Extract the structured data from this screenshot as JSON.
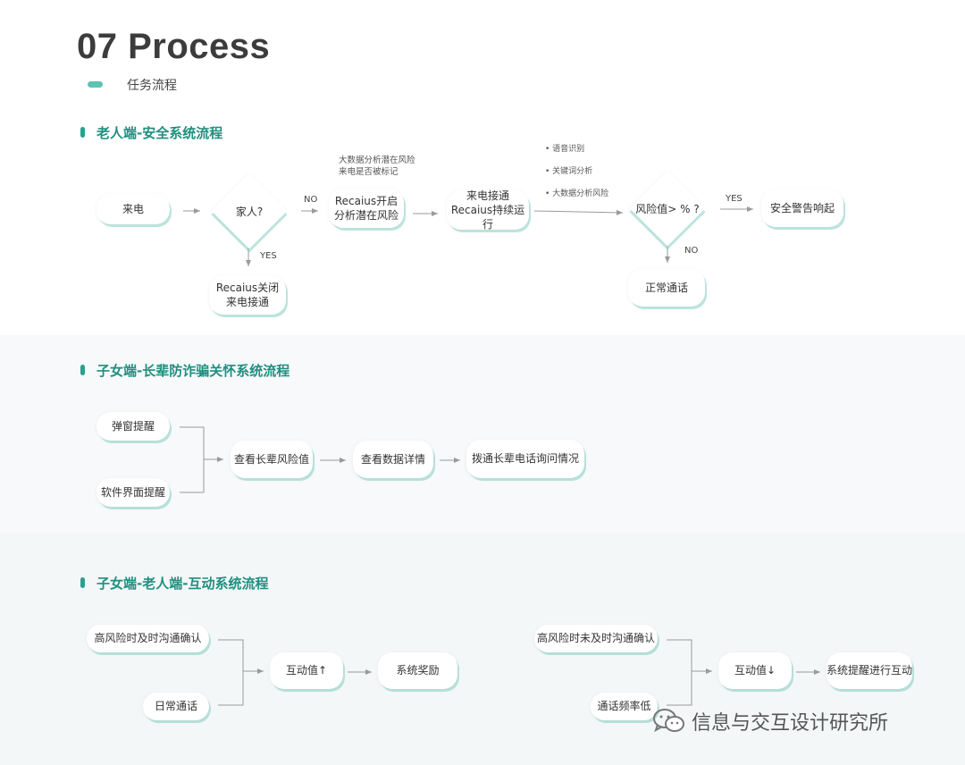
{
  "header": {
    "title": "07 Process",
    "subtitle": "任务流程"
  },
  "colors": {
    "accent": "#26a28f",
    "pill": "#5ec2b4",
    "arrow": "#9a9a9a"
  },
  "section1": {
    "title": "老人端-安全系统流程",
    "nodes": {
      "incoming_call": "来电",
      "is_family": "家人?",
      "recaius_open": "Recaius开启\n分析潜在风险",
      "call_connected": "来电接通\nRecaius持续运行",
      "risk_value": "风险值> % ?",
      "safety_alarm": "安全警告响起",
      "recaius_closed": "Recaius关闭\n来电接通",
      "normal_call": "正常通话"
    },
    "labels": {
      "no1": "NO",
      "yes1": "YES",
      "yes2": "YES",
      "no2": "NO"
    },
    "note": "大数据分析潜在风险\n来电是否被标记",
    "bullets": [
      "• 语音识别",
      "• 关键词分析",
      "• 大数据分析风险"
    ]
  },
  "section2": {
    "title": "子女端-长辈防诈骗关怀系统流程",
    "nodes": {
      "popup_alert": "弹窗提醒",
      "app_alert": "软件界面提醒",
      "check_risk": "查看长辈风险值",
      "check_data": "查看数据详情",
      "call_elder": "拨通长辈电话询问情况"
    }
  },
  "section3": {
    "title": "子女端-老人端-互动系统流程",
    "left": {
      "high_risk_timely": "高风险时及时沟通确认",
      "daily_calls": "日常通话",
      "value_up": "互动值↑",
      "reward": "系统奖励"
    },
    "right": {
      "high_risk_not_timely": "高风险时未及时沟通确认",
      "low_call_freq": "通话频率低",
      "value_down": "互动值↓",
      "system_reminder": "系统提醒进行互动"
    }
  },
  "watermark": {
    "text": "信息与交互设计研究所",
    "icon": "wechat-icon"
  }
}
